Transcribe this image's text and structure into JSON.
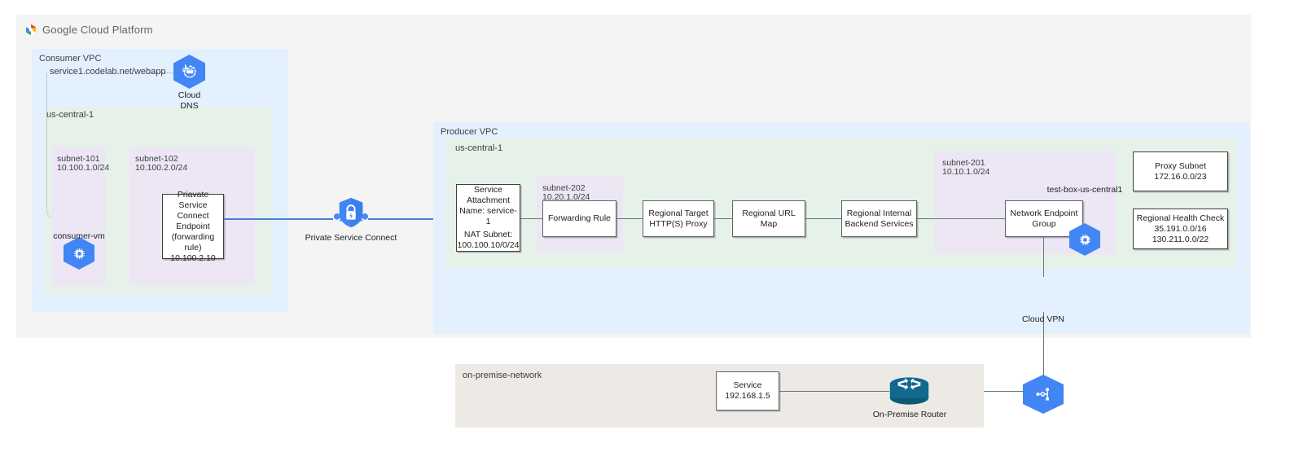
{
  "brand": {
    "title": "Google Cloud Platform",
    "logo_icon": "google-cloud-hexagon-logo"
  },
  "consumer": {
    "vpc_label": "Consumer VPC",
    "region_label": "us-central-1",
    "dns_record": "service1.codelab.net/webapp",
    "cloud_dns": {
      "icon": "cloud-dns-icon",
      "line1": "Cloud",
      "line2": "DNS"
    },
    "subnets": [
      {
        "name": "subnet-101",
        "cidr": "10.100.1.0/24"
      },
      {
        "name": "subnet-102",
        "cidr": "10.100.2.0/24"
      }
    ],
    "vm": {
      "icon": "compute-vm-icon",
      "label": "consumer-vm"
    },
    "psc_endpoint": {
      "line1": "Priavate Service",
      "line2": "Connect Endpoint",
      "line3": "(forwarding rule)",
      "line4": "10.100.2.10"
    }
  },
  "psc": {
    "icon": "private-service-connect-shield-icon",
    "label": "Private Service Connect"
  },
  "producer": {
    "vpc_label": "Producer VPC",
    "region_label": "us-central-1",
    "service_attachment": {
      "line1": "Service",
      "line2": "Attachment",
      "line3": "Name: service-1",
      "line4": "NAT Subnet:",
      "line5": "100.100.10/0/24"
    },
    "subnet_202": {
      "name": "subnet-202",
      "cidr": "10.20.1.0/24"
    },
    "subnet_201": {
      "name": "subnet-201",
      "cidr": "10.10.1.0/24"
    },
    "forwarding_rule": "Forwarding Rule",
    "target_proxy": {
      "line1": "Regional Target",
      "line2": "HTTP(S) Proxy"
    },
    "url_map": "Regional URL Map",
    "backend_services": {
      "line1": "Regional Internal",
      "line2": "Backend Services"
    },
    "neg": {
      "line1": "Network Endpoint",
      "line2": "Group"
    },
    "test_box": {
      "icon": "compute-vm-icon",
      "label": "test-box-us-central1"
    },
    "proxy_subnet": {
      "line1": "Proxy Subnet",
      "line2": "172.16.0.0/23"
    },
    "health_check": {
      "line1": "Regional Health Check",
      "line2": "35.191.0.0/16",
      "line3": "130.211.0.0/22"
    },
    "cloud_vpn": {
      "icon": "cloud-vpn-icon",
      "label": "Cloud VPN"
    }
  },
  "onprem": {
    "network_label": "on-premise-network",
    "service": {
      "line1": "Service",
      "line2": "192.168.1.5"
    },
    "router": {
      "icon": "on-premise-router-icon",
      "label": "On-Premise Router"
    }
  },
  "colors": {
    "vpc_blue": "#e3f0fd",
    "region_green": "#e6f2e9",
    "subnet_purple": "#ede6f5",
    "onprem_beige": "#edeae5",
    "canvas_gray": "#f4f4f4",
    "google_blue": "#4285f4",
    "router_teal": "#11698e",
    "link_green": "#5f7d6e",
    "link_blue": "#4a7fd4"
  }
}
